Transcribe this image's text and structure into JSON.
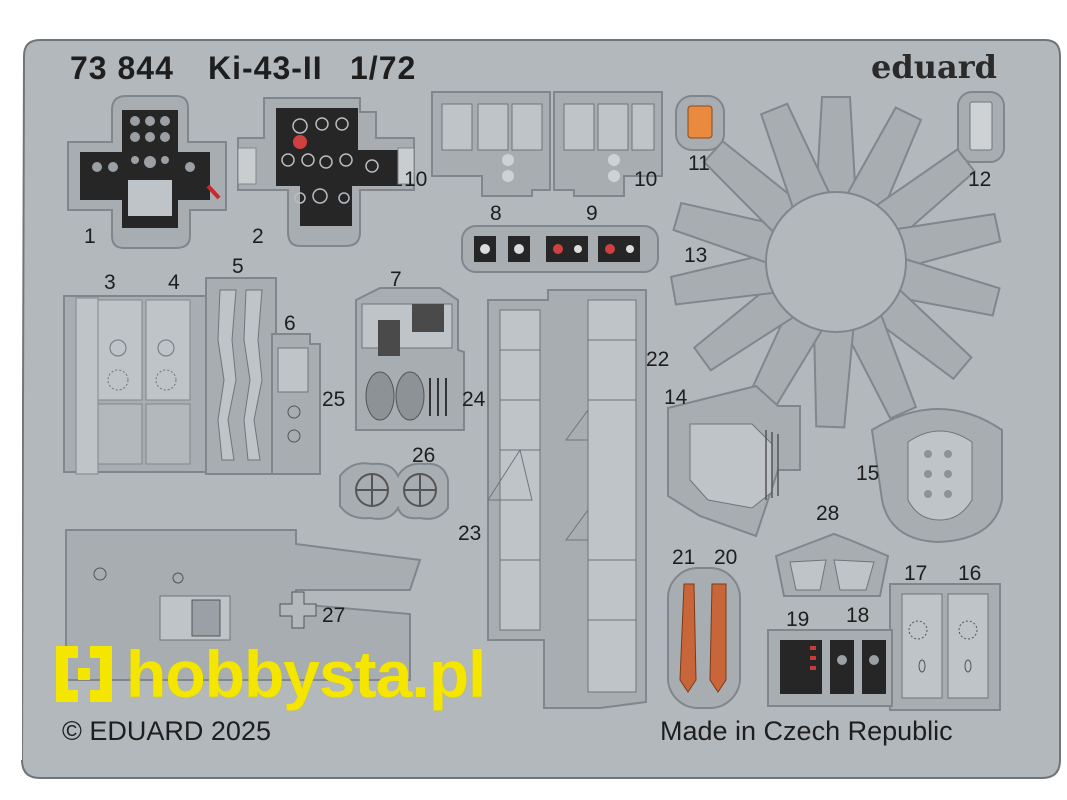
{
  "header": {
    "catalog": "73 844",
    "model": "Ki-43-II",
    "scale": "1/72",
    "brand": "eduard"
  },
  "footer": {
    "copyright": "© EDUARD 2025",
    "origin": "Made in Czech Republic"
  },
  "watermark": {
    "text": "hobbysta.pl",
    "color": "#f5e600"
  },
  "part_numbers": [
    "1",
    "2",
    "3",
    "4",
    "5",
    "6",
    "7",
    "8",
    "9",
    "10",
    "10",
    "11",
    "12",
    "13",
    "14",
    "15",
    "16",
    "17",
    "18",
    "19",
    "20",
    "21",
    "22",
    "23",
    "24",
    "25",
    "26",
    "27",
    "28"
  ],
  "colors": {
    "fret": "#b3b8bc",
    "fret_edge": "#7f858a",
    "panel_black": "#262626",
    "belt_orange": "#c8663a",
    "part_11_orange": "#e98a3e"
  }
}
